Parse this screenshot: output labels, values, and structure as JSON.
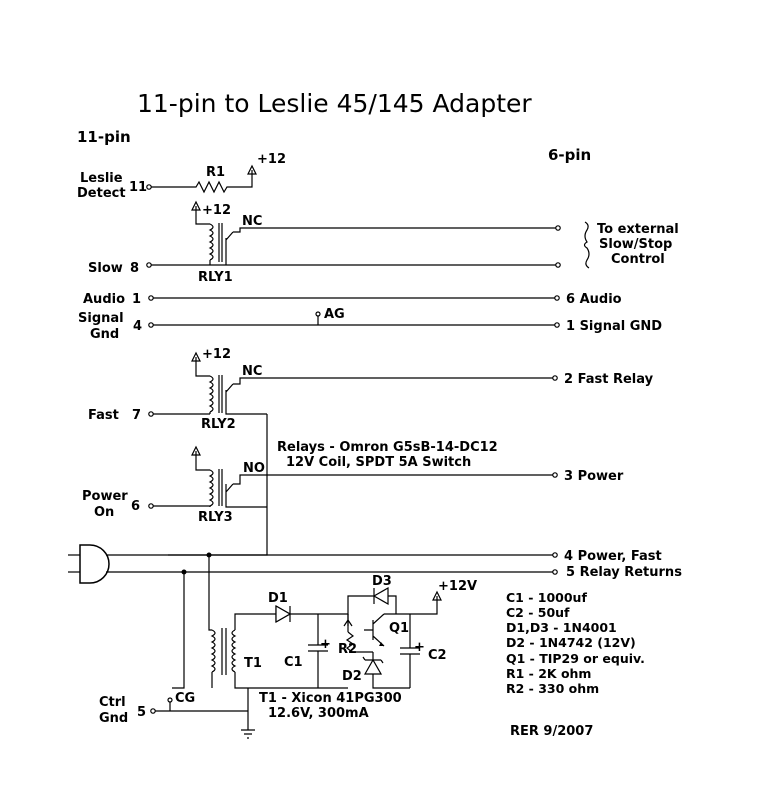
{
  "title": "11-pin to Leslie 45/145 Adapter",
  "header_left": "11-pin",
  "header_right": "6-pin",
  "left_pins": {
    "leslie_detect": {
      "name1": "Leslie",
      "name2": "Detect",
      "num": "11"
    },
    "slow": {
      "name": "Slow",
      "num": "8"
    },
    "audio": {
      "name": "Audio",
      "num": "1"
    },
    "signal_gnd": {
      "name1": "Signal",
      "name2": "Gnd",
      "num": "4"
    },
    "fast": {
      "name": "Fast",
      "num": "7"
    },
    "power_on": {
      "name1": "Power",
      "name2": "On",
      "num": "6"
    },
    "ctrl_gnd": {
      "name1": "Ctrl",
      "name2": "Gnd",
      "num": "5"
    }
  },
  "right_pins": {
    "audio": "6 Audio",
    "signal_gnd": "1 Signal GND",
    "fast_relay": "2 Fast Relay",
    "power": "3 Power",
    "power_fast": "4 Power, Fast",
    "relay_returns": "5 Relay Returns"
  },
  "external_control": [
    "To external",
    "Slow/Stop",
    "Control"
  ],
  "components": {
    "r1": "R1",
    "r2": "R2",
    "plus12": "+12",
    "plus12v": "+12V",
    "nc": "NC",
    "no": "NO",
    "rly1": "RLY1",
    "rly2": "RLY2",
    "rly3": "RLY3",
    "ag": "AG",
    "cg": "CG",
    "d1": "D1",
    "d2": "D2",
    "d3": "D3",
    "q1": "Q1",
    "c1": "C1",
    "c2": "C2",
    "t1": "T1",
    "plus": "+"
  },
  "relay_note": [
    "Relays - Omron G5sB-14-DC12",
    "12V Coil, SPDT 5A Switch"
  ],
  "transformer_note": [
    "T1 - Xicon 41PG300",
    "12.6V, 300mA"
  ],
  "parts_list": [
    "C1 - 1000uf",
    "C2 - 50uf",
    "D1,D3 - 1N4001",
    "D2 - 1N4742 (12V)",
    "Q1 - TIP29 or equiv.",
    "R1 - 2K ohm",
    "R2 - 330 ohm"
  ],
  "signature": "RER 9/2007"
}
